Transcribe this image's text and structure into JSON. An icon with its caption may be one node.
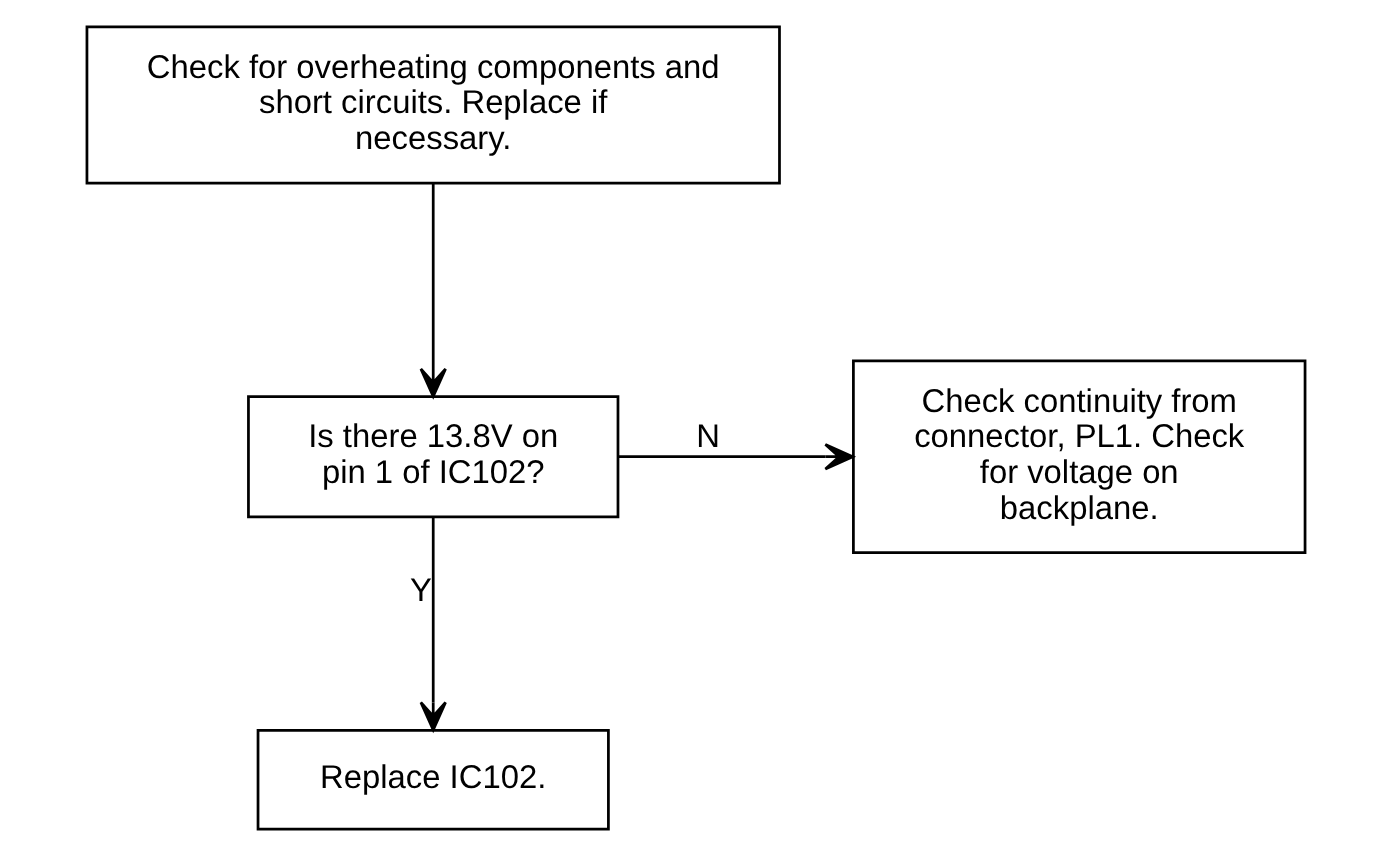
{
  "diagram": {
    "nodes": [
      {
        "text": [
          "Check for overheating components and short circuits. Replace if necessary."
        ]
      },
      {
        "text": [
          "Is there 13.8V on pin 1 of IC102?"
        ]
      },
      {
        "text": [
          "Check continuity from connector, PL1. Check for voltage on backplane."
        ]
      },
      {
        "text": [
          "Replace IC102."
        ]
      }
    ],
    "edges": [
      {
        "from": 0,
        "to": 1,
        "arrow": "to"
      },
      {
        "from": 1,
        "to": 2,
        "arrow": "to",
        "label": "N"
      },
      {
        "from": 1,
        "to": 3,
        "arrow": "to",
        "label": "Y"
      }
    ]
  }
}
